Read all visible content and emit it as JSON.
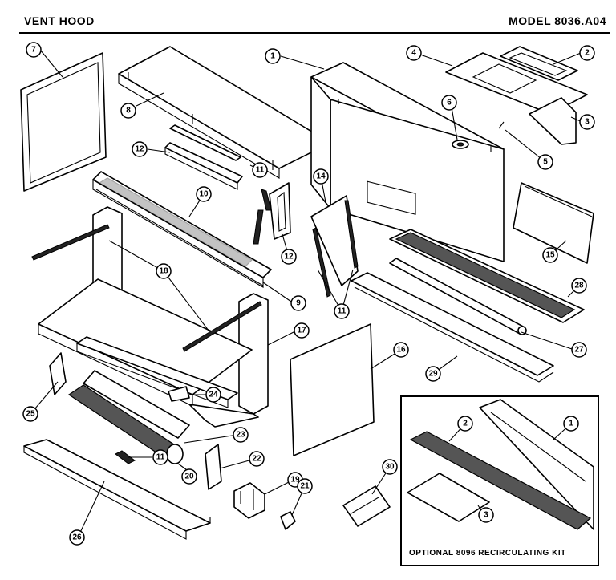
{
  "header": {
    "title": "VENT HOOD",
    "model": "MODEL 8036.A04"
  },
  "kit": {
    "label": "OPTIONAL 8096 RECIRCULATING KIT"
  },
  "callouts": [
    {
      "id": "c7",
      "number": "7"
    },
    {
      "id": "c8",
      "number": "8"
    },
    {
      "id": "c1",
      "number": "1"
    },
    {
      "id": "c4",
      "number": "4"
    },
    {
      "id": "c2",
      "number": "2"
    },
    {
      "id": "c3",
      "number": "3"
    },
    {
      "id": "c6",
      "number": "6"
    },
    {
      "id": "c5",
      "number": "5"
    },
    {
      "id": "c12a",
      "number": "12"
    },
    {
      "id": "c11a",
      "number": "11"
    },
    {
      "id": "c10",
      "number": "10"
    },
    {
      "id": "c14",
      "number": "14"
    },
    {
      "id": "c15",
      "number": "15"
    },
    {
      "id": "c12b",
      "number": "12"
    },
    {
      "id": "c18",
      "number": "18"
    },
    {
      "id": "c11b",
      "number": "11"
    },
    {
      "id": "c28",
      "number": "28"
    },
    {
      "id": "c9",
      "number": "9"
    },
    {
      "id": "c17",
      "number": "17"
    },
    {
      "id": "c27",
      "number": "27"
    },
    {
      "id": "c29",
      "number": "29"
    },
    {
      "id": "c16",
      "number": "16"
    },
    {
      "id": "c25",
      "number": "25"
    },
    {
      "id": "c24",
      "number": "24"
    },
    {
      "id": "c23",
      "number": "23"
    },
    {
      "id": "c22",
      "number": "22"
    },
    {
      "id": "c11c",
      "number": "11"
    },
    {
      "id": "c20",
      "number": "20"
    },
    {
      "id": "c19",
      "number": "19"
    },
    {
      "id": "c21",
      "number": "21"
    },
    {
      "id": "c30",
      "number": "30"
    },
    {
      "id": "c26",
      "number": "26"
    },
    {
      "id": "k1",
      "number": "1"
    },
    {
      "id": "k2",
      "number": "2"
    },
    {
      "id": "k3",
      "number": "3"
    }
  ]
}
